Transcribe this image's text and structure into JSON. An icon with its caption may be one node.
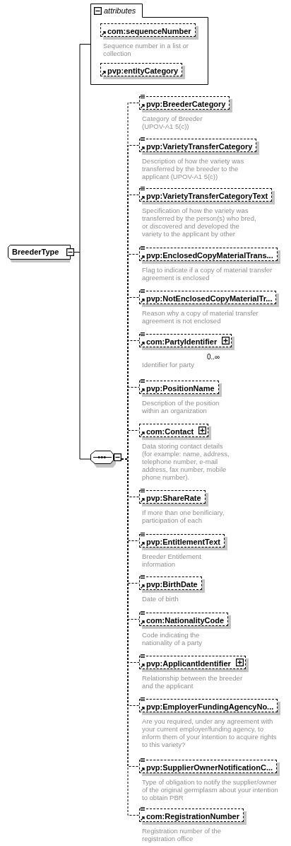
{
  "diagram": {
    "nodes": [
      {
        "text": [
          "BreederType"
        ]
      },
      {
        "text": [
          "attributes"
        ]
      },
      {
        "text": [
          "com:sequenceNumber"
        ],
        "in": 1,
        "beside": [
          "Sequence number in a list or collection"
        ]
      },
      {
        "text": [
          "pvp:entityCategory"
        ],
        "in": 1
      },
      {
        "text": [],
        "shape": "octagon"
      },
      {
        "text": [
          "pvp:BreederCategory"
        ],
        "beside": [
          "Category of Breeder (UPOV-A1 5(c))"
        ]
      },
      {
        "text": [
          "pvp:VarietyTransferCategory"
        ],
        "beside": [
          "Description of how the variety was transferred by the breeder to the applicant (UPOV-A1 5(c))"
        ]
      },
      {
        "text": [
          "pvp:VarietyTransferCategoryText"
        ],
        "beside": [
          "Specification of how the variety was transferred by the person(s) who bred, or discovered and developed the variety to the applicant by other"
        ]
      },
      {
        "text": [
          "pvp:EnclosedCopyMaterialTrans..."
        ],
        "beside": [
          "Flag to indicate if a copy of material transfer agreement is enclosed"
        ]
      },
      {
        "text": [
          "pvp:NotEnclosedCopyMaterialTr..."
        ],
        "beside": [
          "Reason why a copy of material transfer agreement is not enclosed"
        ]
      },
      {
        "text": [
          "com:PartyIdentifier"
        ],
        "beside": [
          "0..∞",
          "Identifier for party"
        ]
      },
      {
        "text": [
          "pvp:PositionName"
        ],
        "beside": [
          "Description of the position within an organization"
        ]
      },
      {
        "text": [
          "com:Contact"
        ],
        "beside": [
          "Data storing contact details (for example: name, address, telephone number, e-mail address, fax number, mobile phone number)."
        ]
      },
      {
        "text": [
          "pvp:ShareRate"
        ],
        "beside": [
          "If more than one benificiary, participation of each"
        ]
      },
      {
        "text": [
          "pvp:EntitlementText"
        ],
        "beside": [
          "Breeder Entitlement information"
        ]
      },
      {
        "text": [
          "pvp:BirthDate"
        ],
        "beside": [
          "Date of birth"
        ]
      },
      {
        "text": [
          "com:NationalityCode"
        ],
        "beside": [
          "Code indicating the nationality of a party"
        ]
      },
      {
        "text": [
          "pvp:ApplicantIdentifier"
        ],
        "beside": [
          "Relationship between the breeder and the applicant"
        ]
      },
      {
        "text": [
          "pvp:EmployerFundingAgencyNo..."
        ],
        "beside": [
          "Are you required, under any agreement with your current employer/funding agency, to inform them of your intention to acquire rights to this variety?"
        ]
      },
      {
        "text": [
          "pvp:SupplierOwnerNotificationC..."
        ],
        "beside": [
          "Type of obligation to notify the supplier/owner of the original germplasm about your intention to obtain PBR"
        ]
      },
      {
        "text": [
          "com:RegistrationNumber"
        ],
        "beside": [
          "Registration number of the registration office"
        ]
      }
    ],
    "edges": [
      {
        "from": 0,
        "to": 1,
        "arrow": "none"
      },
      {
        "from": 0,
        "to": 4,
        "arrow": "none"
      },
      {
        "from": 4,
        "to": 5,
        "arrow": "none",
        "style": "dashed"
      },
      {
        "from": 4,
        "to": 6,
        "arrow": "none",
        "style": "dashed"
      },
      {
        "from": 4,
        "to": 7,
        "arrow": "none",
        "style": "dashed"
      },
      {
        "from": 4,
        "to": 8,
        "arrow": "none",
        "style": "dashed"
      },
      {
        "from": 4,
        "to": 9,
        "arrow": "none",
        "style": "dashed"
      },
      {
        "from": 4,
        "to": 10,
        "arrow": "none",
        "style": "dashed"
      },
      {
        "from": 4,
        "to": 11,
        "arrow": "none",
        "style": "dashed"
      },
      {
        "from": 4,
        "to": 12,
        "arrow": "none",
        "style": "dashed"
      },
      {
        "from": 4,
        "to": 13,
        "arrow": "none",
        "style": "dashed"
      },
      {
        "from": 4,
        "to": 14,
        "arrow": "none",
        "style": "dashed"
      },
      {
        "from": 4,
        "to": 15,
        "arrow": "none",
        "style": "dashed"
      },
      {
        "from": 4,
        "to": 16,
        "arrow": "none",
        "style": "dashed"
      },
      {
        "from": 4,
        "to": 17,
        "arrow": "none",
        "style": "dashed"
      },
      {
        "from": 4,
        "to": 18,
        "arrow": "none",
        "style": "dashed"
      },
      {
        "from": 4,
        "to": 19,
        "arrow": "none",
        "style": "dashed"
      },
      {
        "from": 4,
        "to": 20,
        "arrow": "none",
        "style": "dashed"
      }
    ]
  }
}
